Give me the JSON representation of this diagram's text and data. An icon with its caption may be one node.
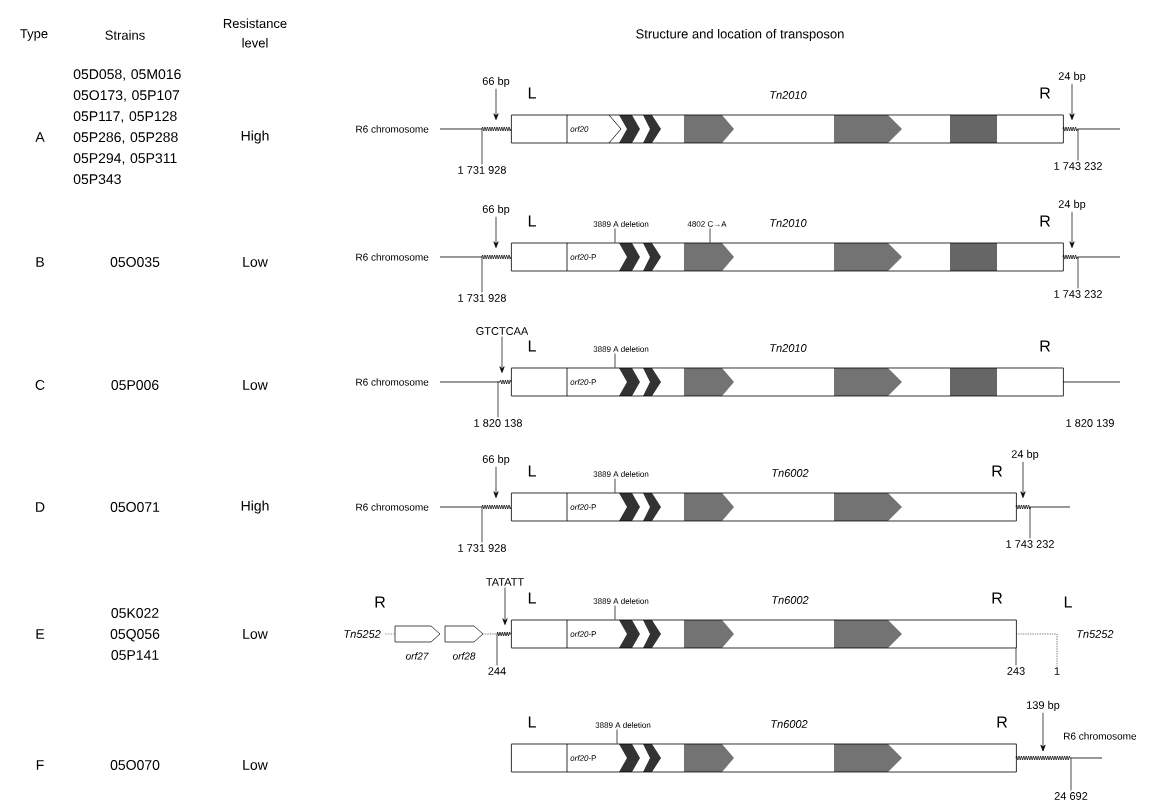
{
  "diagram": {
    "nodes": [
      {
        "text": [
          "L",
          "Tn2010",
          "R"
        ]
      },
      {
        "text": [
          "orf20"
        ],
        "in": 0
      },
      {
        "text": [
          "66 bp"
        ]
      },
      {
        "text": [
          "1 731 928"
        ]
      },
      {
        "text": [
          "24 bp"
        ]
      },
      {
        "text": [
          "1 743 232"
        ]
      },
      {
        "text": [
          "L",
          "Tn2010",
          "R"
        ]
      },
      {
        "text": [
          "*orf20*-P"
        ],
        "in": 6
      },
      {
        "text": [
          "3889 A deletion"
        ]
      },
      {
        "text": [
          "4802 C→A"
        ]
      },
      {
        "text": [
          "66 bp"
        ]
      },
      {
        "text": [
          "1 731 928"
        ]
      },
      {
        "text": [
          "24 bp"
        ]
      },
      {
        "text": [
          "1 743 232"
        ]
      },
      {
        "text": [
          "L",
          "Tn2010",
          "R"
        ]
      },
      {
        "text": [
          "*orf20*-P"
        ],
        "in": 14
      },
      {
        "text": [
          "3889 A deletion"
        ]
      },
      {
        "text": [
          "GTCTCAA"
        ]
      },
      {
        "text": [
          "1 820 138"
        ]
      },
      {
        "text": [
          "L",
          "Tn6002",
          "R"
        ]
      },
      {
        "text": [
          "*orf20*-P"
        ],
        "in": 19
      },
      {
        "text": [
          "3889 A deletion"
        ]
      },
      {
        "text": [
          "66 bp"
        ]
      },
      {
        "text": [
          "1 731 928"
        ]
      },
      {
        "text": [
          "24 bp"
        ]
      },
      {
        "text": [
          "1 743 232"
        ]
      },
      {
        "text": [
          "orf27"
        ]
      },
      {
        "text": [
          "orf28"
        ]
      },
      {
        "text": [
          "L",
          "Tn6002",
          "R"
        ]
      },
      {
        "text": [
          "*orf20*-P"
        ],
        "in": 28
      },
      {
        "text": [
          "3889 A deletion"
        ]
      },
      {
        "text": [
          "TATATT"
        ]
      },
      {
        "text": [
          "244"
        ]
      },
      {
        "text": [
          "243"
        ]
      },
      {
        "text": [
          "1"
        ]
      },
      {
        "text": [
          "L",
          "Tn6002",
          "R"
        ]
      },
      {
        "text": [
          "*orf20*-P"
        ],
        "in": 35
      },
      {
        "text": [
          "3889 A deletion"
        ]
      },
      {
        "text": [
          "139 bp"
        ]
      },
      {
        "text": [
          "24 692"
        ]
      }
    ],
    "edges": [
      {
        "from": 2,
        "to": 0,
        "arrow": "to"
      },
      {
        "from": 3,
        "to": null,
        "arrow": "none"
      },
      {
        "from": 4,
        "to": 0,
        "arrow": "to"
      },
      {
        "from": 5,
        "to": null,
        "arrow": "none"
      },
      {
        "from": 8,
        "to": 6,
        "arrow": "none"
      },
      {
        "from": 9,
        "to": 6,
        "arrow": "none"
      },
      {
        "from": 10,
        "to": 6,
        "arrow": "to"
      },
      {
        "from": 11,
        "to": null,
        "arrow": "none"
      },
      {
        "from": 12,
        "to": 6,
        "arrow": "to"
      },
      {
        "from": 13,
        "to": null,
        "arrow": "none"
      },
      {
        "from": 16,
        "to": 14,
        "arrow": "none"
      },
      {
        "from": 17,
        "to": 14,
        "arrow": "to"
      },
      {
        "from": 18,
        "to": 14,
        "arrow": "none"
      },
      {
        "from": 21,
        "to": 19,
        "arrow": "none"
      },
      {
        "from": 22,
        "to": 19,
        "arrow": "to"
      },
      {
        "from": 23,
        "to": null,
        "arrow": "none"
      },
      {
        "from": 24,
        "to": 19,
        "arrow": "to"
      },
      {
        "from": 25,
        "to": 19,
        "arrow": "none"
      },
      {
        "from": 30,
        "to": 28,
        "arrow": "none"
      },
      {
        "from": 31,
        "to": 28,
        "arrow": "to"
      },
      {
        "from": 32,
        "to": null,
        "arrow": "none"
      },
      {
        "from": 33,
        "to": 28,
        "arrow": "none"
      },
      {
        "from": 34,
        "to": 28,
        "arrow": "none",
        "style": "dashed"
      },
      {
        "from": 37,
        "to": 35,
        "arrow": "none"
      },
      {
        "from": 38,
        "to": null,
        "arrow": "to"
      },
      {
        "from": 39,
        "to": null,
        "arrow": "none"
      },
      {
        "from": 27,
        "to": 28,
        "arrow": "none",
        "style": "dashed"
      }
    ],
    "labels": [
      "Type",
      "Strains",
      "Resistance level",
      "Structure and location of transposon",
      "A",
      "05D058, 05M016 05O173, 05P107 05P117, 05P128 05P286, 05P288 05P294, 05P311 05P343",
      "High",
      "R6 chromosome",
      "B",
      "05O035",
      "Low",
      "R6 chromosome",
      "C",
      "05P006",
      "Low",
      "R6 chromosome",
      "1 820 139",
      "D",
      "05O071",
      "High",
      "R6 chromosome",
      "E",
      "05K022 05Q056 05P141",
      "Low",
      "Tn5252",
      "R",
      "L",
      "Tn5252",
      "F",
      "05O070",
      "Low",
      "R6 chromosome"
    ]
  }
}
